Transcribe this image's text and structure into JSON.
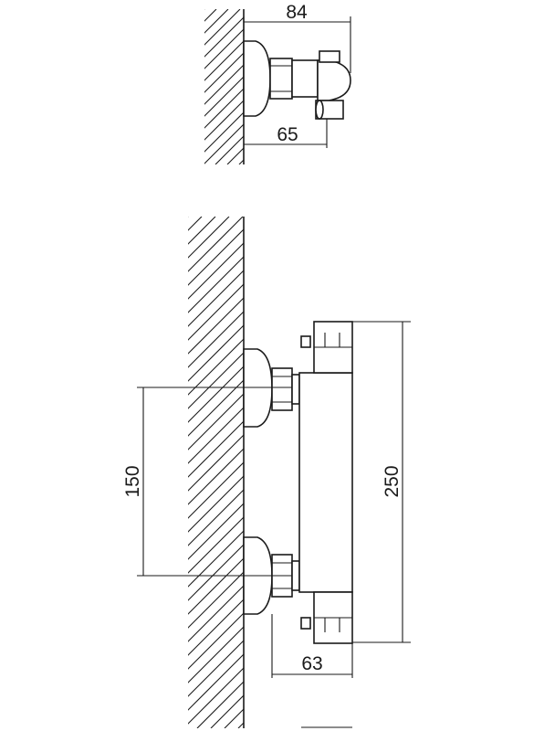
{
  "top_view": {
    "depth_total_label": "84",
    "wall_to_outlet_label": "65"
  },
  "front_view": {
    "inlet_spacing_label": "150",
    "overall_height_label": "250",
    "depth_label": "63"
  }
}
